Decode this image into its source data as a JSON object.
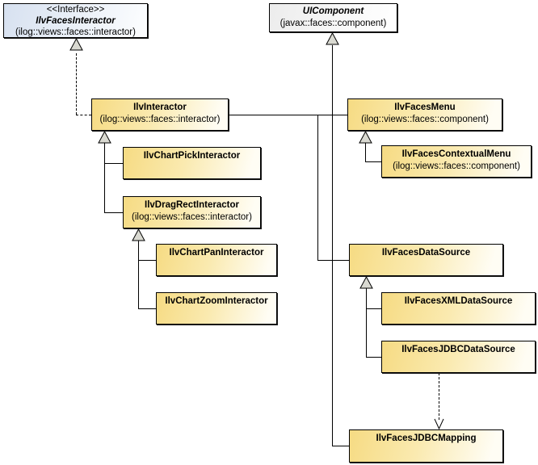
{
  "diagram_type": "uml-class-diagram",
  "classes": [
    {
      "stereotype": "<<Interface>>",
      "name": "IlvFacesInteractor",
      "package": "(ilog::views::faces::interactor)",
      "kind": "interface"
    },
    {
      "name": "UIComponent",
      "package": "(javax::faces::component)",
      "kind": "abstract"
    },
    {
      "name": "IlvInteractor",
      "package": "(ilog::views::faces::interactor)",
      "kind": "class"
    },
    {
      "name": "IlvFacesMenu",
      "package": "(ilog::views::faces::component)",
      "kind": "class"
    },
    {
      "name": "IlvFacesContextualMenu",
      "package": "(ilog::views::faces::component)",
      "kind": "class"
    },
    {
      "name": "IlvChartPickInteractor",
      "kind": "class"
    },
    {
      "name": "IlvDragRectInteractor",
      "package": "(ilog::views::faces::interactor)",
      "kind": "class"
    },
    {
      "name": "IlvChartPanInteractor",
      "kind": "class"
    },
    {
      "name": "IlvChartZoomInteractor",
      "kind": "class"
    },
    {
      "name": "IlvFacesDataSource",
      "kind": "class"
    },
    {
      "name": "IlvFacesXMLDataSource",
      "kind": "class"
    },
    {
      "name": "IlvFacesJDBCDataSource",
      "kind": "class"
    },
    {
      "name": "IlvFacesJDBCMapping",
      "kind": "class"
    }
  ],
  "edges": [
    {
      "from": "IlvInteractor",
      "to": "IlvFacesInteractor",
      "type": "realization"
    },
    {
      "from": "IlvInteractor",
      "to": "UIComponent",
      "type": "generalization"
    },
    {
      "from": "IlvFacesMenu",
      "to": "UIComponent",
      "type": "generalization"
    },
    {
      "from": "IlvFacesDataSource",
      "to": "UIComponent",
      "type": "generalization"
    },
    {
      "from": "IlvFacesJDBCMapping",
      "to": "UIComponent",
      "type": "generalization"
    },
    {
      "from": "IlvChartPickInteractor",
      "to": "IlvInteractor",
      "type": "generalization"
    },
    {
      "from": "IlvDragRectInteractor",
      "to": "IlvInteractor",
      "type": "generalization"
    },
    {
      "from": "IlvChartPanInteractor",
      "to": "IlvDragRectInteractor",
      "type": "generalization"
    },
    {
      "from": "IlvChartZoomInteractor",
      "to": "IlvDragRectInteractor",
      "type": "generalization"
    },
    {
      "from": "IlvFacesContextualMenu",
      "to": "IlvFacesMenu",
      "type": "generalization"
    },
    {
      "from": "IlvFacesXMLDataSource",
      "to": "IlvFacesDataSource",
      "type": "generalization"
    },
    {
      "from": "IlvFacesJDBCDataSource",
      "to": "IlvFacesDataSource",
      "type": "generalization"
    },
    {
      "from": "IlvFacesJDBCDataSource",
      "to": "IlvFacesJDBCMapping",
      "type": "dependency"
    }
  ],
  "colors": {
    "class_fill": "#f6db83",
    "interface_fill": "#d7e1f0",
    "abstract_fill": "#ececec",
    "border": "#000000",
    "background": "#ffffff",
    "arrow_fill": "#d9d9d1"
  }
}
